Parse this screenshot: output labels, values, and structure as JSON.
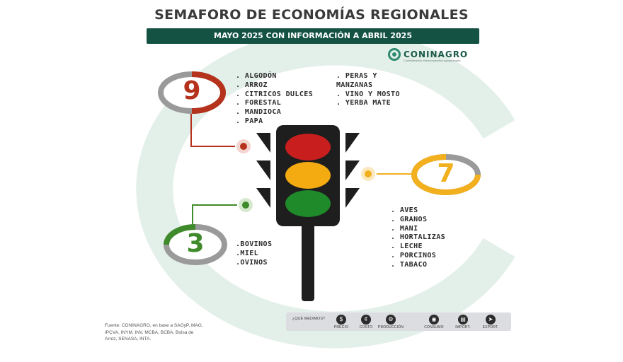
{
  "header": {
    "title": "SEMAFORO DE ECONOMÍAS REGIONALES",
    "subtitle": "MAYO 2025 CON INFORMACIÓN A ABRIL 2025"
  },
  "logo": {
    "name": "CONINAGRO",
    "tagline": "Confederación Intercooperativa Agropecuaria"
  },
  "red": {
    "count": "9",
    "color": "#b5321c",
    "items_col1": [
      ". ALGODÓN",
      ". ARROZ",
      ". CITRICOS DULCES",
      ". FORESTAL",
      ". MANDIOCA",
      ". PAPA"
    ],
    "items_col2": [
      ".  PERAS Y",
      "MANZANAS",
      ". VINO Y MOSTO",
      ". YERBA MATE"
    ]
  },
  "yellow": {
    "count": "7",
    "color": "#f2b01e",
    "items": [
      ". AVES",
      ". GRANOS",
      ". MANI",
      ". HORTALIZAS",
      ". LECHE",
      ". PORCINOS",
      ". TABACO"
    ]
  },
  "green": {
    "count": "3",
    "color": "#3f8a2a",
    "items": [
      ".BOVINOS",
      ".MIEL",
      ".OVINOS"
    ]
  },
  "source": {
    "text": "Fuente: CONINAGRO, en base a SAGyP, MAG, IPCVA, INYM, INV, MCBA, BCBA, Bolsa de Arroz, SENASA, INTA."
  },
  "legend": {
    "title": "¿QUÉ MEDIMOS?",
    "items": [
      {
        "label": "PRECIO",
        "icon": "$"
      },
      {
        "label": "COSTO",
        "icon": "¢"
      },
      {
        "label": "PRODUCCIÓN",
        "icon": "⚙"
      },
      {
        "label": "CONSUMO",
        "icon": "◉"
      },
      {
        "label": "IMPORT.",
        "icon": "▤"
      },
      {
        "label": "EXPORT.",
        "icon": "➤"
      }
    ]
  }
}
